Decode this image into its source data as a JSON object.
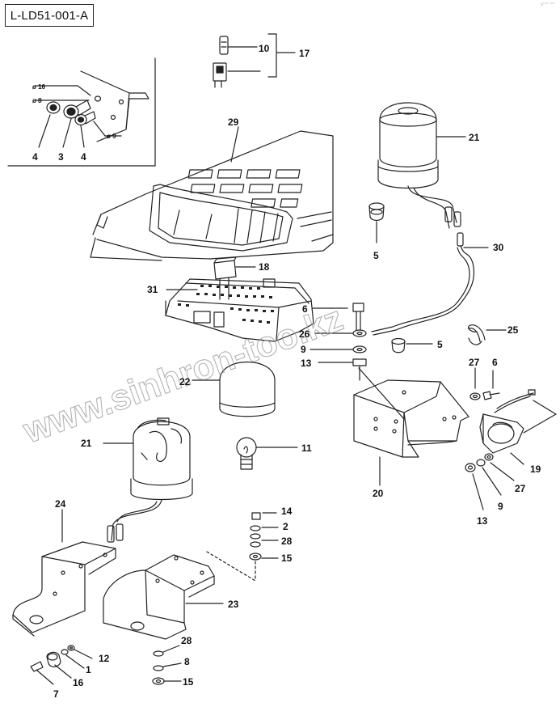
{
  "diagram_code": "L-LD51-001-A",
  "corner_mark": "sᵐᵉ ᵗᵒᵒ",
  "watermark": "www.sinhron-too.kz",
  "inset_labels": [
    "ø 16",
    "ø 8",
    "ø 9"
  ],
  "callouts": {
    "c10": "10",
    "c17": "17",
    "c29": "29",
    "c21a": "21",
    "c4a": "4",
    "c3": "3",
    "c4b": "4",
    "c5a": "5",
    "c30": "30",
    "c18": "18",
    "c31": "31",
    "c6a": "6",
    "c26": "26",
    "c25": "25",
    "c9a": "9",
    "c13a": "13",
    "c5b": "5",
    "c27a": "27",
    "c6b": "6",
    "c22": "22",
    "c21b": "21",
    "c11": "11",
    "c19": "19",
    "c27b": "27",
    "c20": "20",
    "c9b": "9",
    "c13b": "13",
    "c24": "24",
    "c14": "14",
    "c2": "2",
    "c28a": "28",
    "c15a": "15",
    "c23": "23",
    "c12": "12",
    "c1": "1",
    "c16": "16",
    "c7": "7",
    "c28b": "28",
    "c8": "8",
    "c15b": "15"
  }
}
